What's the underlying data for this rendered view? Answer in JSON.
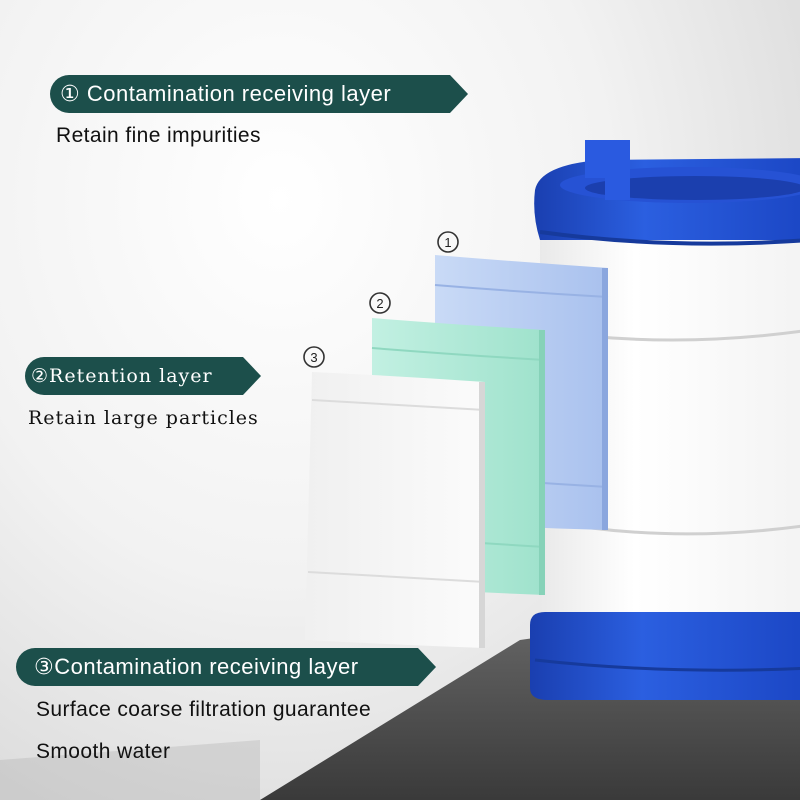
{
  "layers": [
    {
      "title": "① Contamination receiving layer",
      "desc": [
        "Retain fine impurities"
      ]
    },
    {
      "title": "②Retention layer",
      "desc": [
        "Retain large particles"
      ]
    },
    {
      "title": "③Contamination receiving layer",
      "desc": [
        "Surface coarse filtration guarantee",
        "Smooth water"
      ]
    }
  ],
  "sheet_numbers": [
    "1",
    "2",
    "3"
  ],
  "colors": {
    "tag_bg": "#1c4f4b",
    "cap_blue": "#1f4fcf",
    "sheet_blue": "#b8cdf0",
    "sheet_green": "#aee8d6",
    "sheet_white": "#f4f4f4"
  }
}
